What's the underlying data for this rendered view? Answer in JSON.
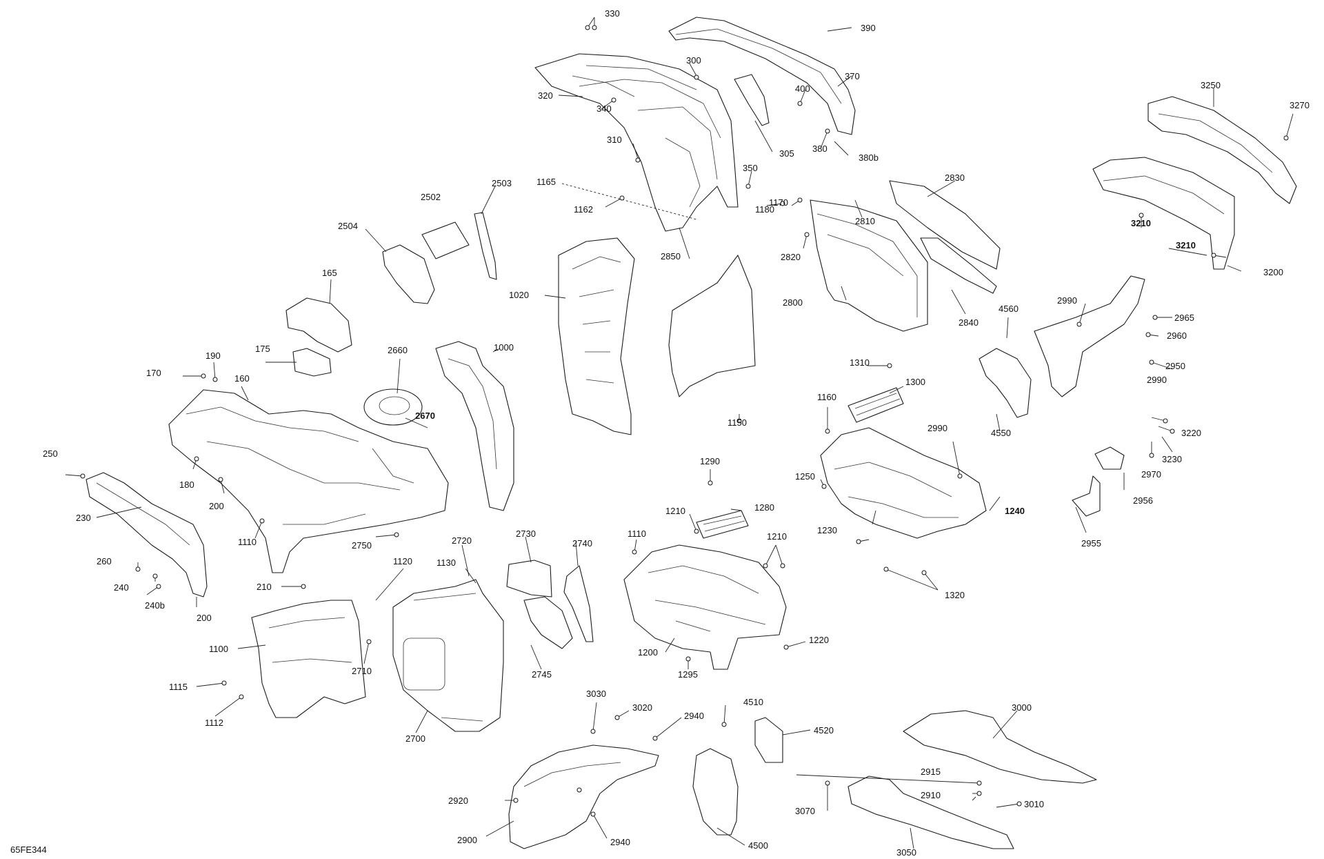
{
  "diagram_ref": "65FE344",
  "callouts": [
    {
      "id": "c330",
      "text": "330"
    },
    {
      "id": "c390",
      "text": "390"
    },
    {
      "id": "c300",
      "text": "300"
    },
    {
      "id": "c370",
      "text": "370"
    },
    {
      "id": "c320",
      "text": "320"
    },
    {
      "id": "c340",
      "text": "340"
    },
    {
      "id": "c400",
      "text": "400"
    },
    {
      "id": "c310",
      "text": "310"
    },
    {
      "id": "c305",
      "text": "305"
    },
    {
      "id": "c380",
      "text": "380"
    },
    {
      "id": "c380b",
      "text": "380b"
    },
    {
      "id": "c3250",
      "text": "3250"
    },
    {
      "id": "c3270",
      "text": "3270"
    },
    {
      "id": "c1165",
      "text": "1165"
    },
    {
      "id": "c350",
      "text": "350"
    },
    {
      "id": "c1162",
      "text": "1162"
    },
    {
      "id": "c2830",
      "text": "2830"
    },
    {
      "id": "c2503",
      "text": "2503"
    },
    {
      "id": "c2502",
      "text": "2502"
    },
    {
      "id": "c1170",
      "text": "1170"
    },
    {
      "id": "c2810",
      "text": "2810"
    },
    {
      "id": "c1180",
      "text": "1180"
    },
    {
      "id": "c2504",
      "text": "2504"
    },
    {
      "id": "c2850",
      "text": "2850"
    },
    {
      "id": "c2820",
      "text": "2820"
    },
    {
      "id": "c3210a",
      "text": "3210"
    },
    {
      "id": "c3210b",
      "text": "3210"
    },
    {
      "id": "c3200",
      "text": "3200"
    },
    {
      "id": "c165",
      "text": "165"
    },
    {
      "id": "c1020",
      "text": "1020"
    },
    {
      "id": "c2800",
      "text": "2800"
    },
    {
      "id": "c2990a",
      "text": "2990"
    },
    {
      "id": "c2965",
      "text": "2965"
    },
    {
      "id": "c4560",
      "text": "4560"
    },
    {
      "id": "c2840",
      "text": "2840"
    },
    {
      "id": "c2960",
      "text": "2960"
    },
    {
      "id": "c175",
      "text": "175"
    },
    {
      "id": "c1000",
      "text": "1000"
    },
    {
      "id": "c2660",
      "text": "2660"
    },
    {
      "id": "c2950",
      "text": "2950"
    },
    {
      "id": "c190",
      "text": "190"
    },
    {
      "id": "c170",
      "text": "170"
    },
    {
      "id": "c160",
      "text": "160"
    },
    {
      "id": "c1310",
      "text": "1310"
    },
    {
      "id": "c1300",
      "text": "1300"
    },
    {
      "id": "c2990b",
      "text": "2990"
    },
    {
      "id": "c1150",
      "text": "1150"
    },
    {
      "id": "c1160",
      "text": "1160"
    },
    {
      "id": "c2670",
      "text": "2670"
    },
    {
      "id": "c4550",
      "text": "4550"
    },
    {
      "id": "c2990c",
      "text": "2990"
    },
    {
      "id": "c3220",
      "text": "3220"
    },
    {
      "id": "c250",
      "text": "250"
    },
    {
      "id": "c180",
      "text": "180"
    },
    {
      "id": "c3230",
      "text": "3230"
    },
    {
      "id": "c1290",
      "text": "1290"
    },
    {
      "id": "c1250",
      "text": "1250"
    },
    {
      "id": "c2970",
      "text": "2970"
    },
    {
      "id": "c200a",
      "text": "200"
    },
    {
      "id": "c230",
      "text": "230"
    },
    {
      "id": "c2956",
      "text": "2956"
    },
    {
      "id": "c1280",
      "text": "1280"
    },
    {
      "id": "c1240",
      "text": "1240"
    },
    {
      "id": "c1210a",
      "text": "1210"
    },
    {
      "id": "c1110",
      "text": "1110"
    },
    {
      "id": "c2750",
      "text": "2750"
    },
    {
      "id": "c1230",
      "text": "1230"
    },
    {
      "id": "c2955",
      "text": "2955"
    },
    {
      "id": "c2720",
      "text": "2720"
    },
    {
      "id": "c2730",
      "text": "2730"
    },
    {
      "id": "c2740",
      "text": "2740"
    },
    {
      "id": "c1110b",
      "text": "1110"
    },
    {
      "id": "c1210b",
      "text": "1210"
    },
    {
      "id": "c260",
      "text": "260"
    },
    {
      "id": "c1120",
      "text": "1120"
    },
    {
      "id": "c1130",
      "text": "1130"
    },
    {
      "id": "c240",
      "text": "240"
    },
    {
      "id": "c210",
      "text": "210"
    },
    {
      "id": "c240b",
      "text": "240b"
    },
    {
      "id": "c1320",
      "text": "1320"
    },
    {
      "id": "c200b",
      "text": "200"
    },
    {
      "id": "c1100",
      "text": "1100"
    },
    {
      "id": "c2710",
      "text": "2710"
    },
    {
      "id": "c1220",
      "text": "1220"
    },
    {
      "id": "c1200",
      "text": "1200"
    },
    {
      "id": "c2745",
      "text": "2745"
    },
    {
      "id": "c1295",
      "text": "1295"
    },
    {
      "id": "c1115",
      "text": "1115"
    },
    {
      "id": "c1112",
      "text": "1112"
    },
    {
      "id": "c3030",
      "text": "3030"
    },
    {
      "id": "c3020",
      "text": "3020"
    },
    {
      "id": "c4510",
      "text": "4510"
    },
    {
      "id": "c3000",
      "text": "3000"
    },
    {
      "id": "c2940a",
      "text": "2940"
    },
    {
      "id": "c2700",
      "text": "2700"
    },
    {
      "id": "c4520",
      "text": "4520"
    },
    {
      "id": "c2915",
      "text": "2915"
    },
    {
      "id": "c2920",
      "text": "2920"
    },
    {
      "id": "c3070",
      "text": "3070"
    },
    {
      "id": "c2910",
      "text": "2910"
    },
    {
      "id": "c3010",
      "text": "3010"
    },
    {
      "id": "c2900",
      "text": "2900"
    },
    {
      "id": "c2940b",
      "text": "2940"
    },
    {
      "id": "c4500",
      "text": "4500"
    },
    {
      "id": "c3050",
      "text": "3050"
    }
  ]
}
